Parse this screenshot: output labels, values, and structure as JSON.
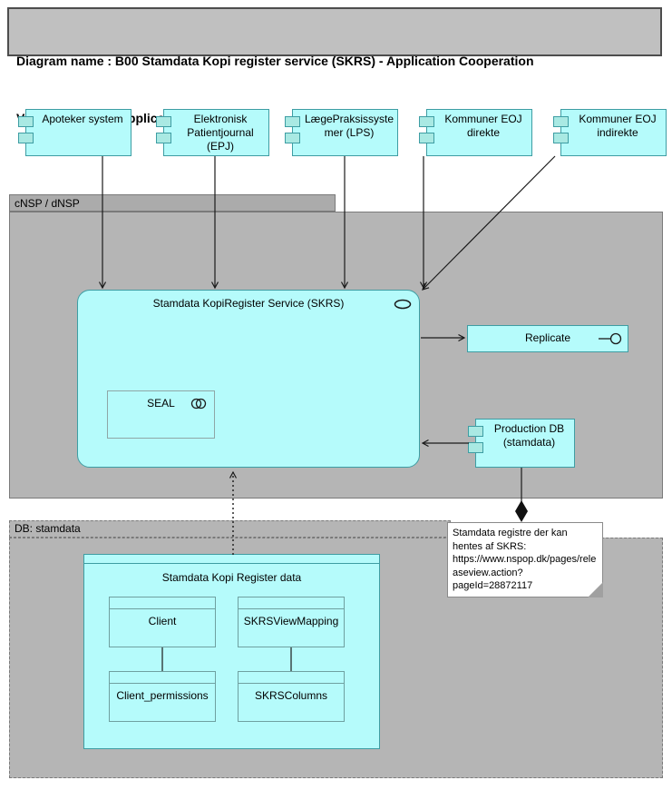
{
  "title": {
    "line1": "Diagram name : B00 Stamdata Kopi register service (SKRS) - Application Cooperation",
    "line2": "Viewpoint          : Application Cooperation"
  },
  "containers": {
    "cnsp_label": "cNSP / dNSP",
    "db_label": "DB: stamdata"
  },
  "components": {
    "apoteker": {
      "label": "Apoteker system"
    },
    "epj": {
      "label": "Elektronisk Patientjournal (EPJ)"
    },
    "lps": {
      "label": "LægePraksissystemer (LPS)"
    },
    "eoj_direkte": {
      "label": "Kommuner EOJ direkte"
    },
    "eoj_indirekte": {
      "label": "Kommuner EOJ indirekte"
    },
    "production_db": {
      "label": "Production DB (stamdata)"
    }
  },
  "skrs": {
    "label": "Stamdata KopiRegister Service (SKRS)",
    "seal_label": "SEAL",
    "replicate_label": "Replicate"
  },
  "data_objects": {
    "group_label": "Stamdata Kopi Register data",
    "client": "Client",
    "view_mapping": "SKRSViewMapping",
    "client_permissions": "Client_permissions",
    "skrs_columns": "SKRSColumns"
  },
  "note": {
    "text": "Stamdata registre der kan hentes af SKRS: https://www.nspop.dk/pages/releaseview.action?pageId=28872117"
  },
  "icons": {
    "service_oval": "service-icon",
    "seal_circles": "collaboration-icon",
    "replicate_lollipop": "interface-icon",
    "component_tabs": "component-tab-icon",
    "composition": "composition-diamond-icon"
  },
  "colors": {
    "element_fill": "#B5FBFB",
    "element_border": "#3E9DA3",
    "component_tab_fill": "#A9E9E3",
    "container_fill": "#B5B5B5",
    "container_tab_fill": "#ABABAB",
    "container_border": "#7A7A7A",
    "title_fill": "#C0C0C0",
    "note_fill": "#FFFFFF",
    "connector": "#1A1A1A"
  },
  "connections": [
    {
      "from": "Apoteker system",
      "to": "Stamdata KopiRegister Service (SKRS)",
      "type": "arrow"
    },
    {
      "from": "Elektronisk Patientjournal (EPJ)",
      "to": "Stamdata KopiRegister Service (SKRS)",
      "type": "arrow"
    },
    {
      "from": "LægePraksissystemer (LPS)",
      "to": "Stamdata KopiRegister Service (SKRS)",
      "type": "arrow"
    },
    {
      "from": "Kommuner EOJ direkte",
      "to": "Stamdata KopiRegister Service (SKRS)",
      "type": "arrow"
    },
    {
      "from": "Kommuner EOJ indirekte",
      "to": "Stamdata KopiRegister Service (SKRS)",
      "type": "arrow"
    },
    {
      "from": "Stamdata KopiRegister Service (SKRS)",
      "to": "Replicate",
      "type": "arrow"
    },
    {
      "from": "Production DB (stamdata)",
      "to": "Stamdata KopiRegister Service (SKRS)",
      "type": "arrow"
    },
    {
      "from": "Production DB (stamdata)",
      "to": "note",
      "type": "composition-diamond"
    },
    {
      "from": "Stamdata Kopi Register data",
      "to": "Stamdata KopiRegister Service (SKRS)",
      "type": "dotted-arrow"
    },
    {
      "from": "Client",
      "to": "Client_permissions",
      "type": "line"
    },
    {
      "from": "SKRSViewMapping",
      "to": "SKRSColumns",
      "type": "line"
    }
  ]
}
